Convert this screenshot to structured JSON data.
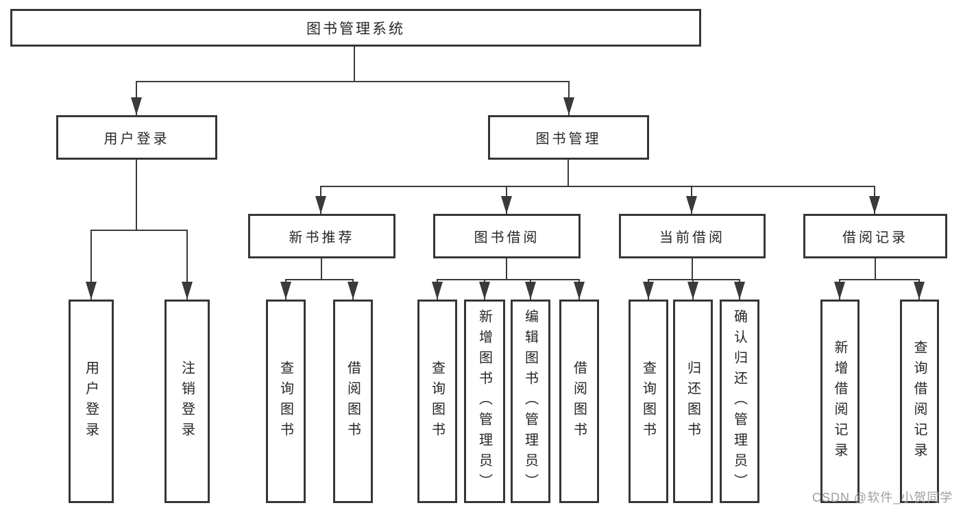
{
  "diagram": {
    "root": "图书管理系统",
    "branches": [
      {
        "label": "用户登录",
        "children": [
          "用户登录",
          "注销登录"
        ]
      },
      {
        "label": "图书管理",
        "sections": [
          {
            "label": "新书推荐",
            "children": [
              "查询图书",
              "借阅图书"
            ]
          },
          {
            "label": "图书借阅",
            "children": [
              "查询图书",
              "新增图书（管理员）",
              "编辑图书（管理员）",
              "借阅图书"
            ]
          },
          {
            "label": "当前借阅",
            "children": [
              "查询图书",
              "归还图书",
              "确认归还（管理员）"
            ]
          },
          {
            "label": "借阅记录",
            "children": [
              "新增借阅记录",
              "查询借阅记录"
            ]
          }
        ]
      }
    ]
  },
  "watermark": {
    "text": "CSDN @软件_小贺同学"
  },
  "colors": {
    "line": "#3a3a3a",
    "box_border": "#363636",
    "text": "#262626",
    "watermark_color": "#9e9e9e",
    "background": "#ffffff"
  }
}
